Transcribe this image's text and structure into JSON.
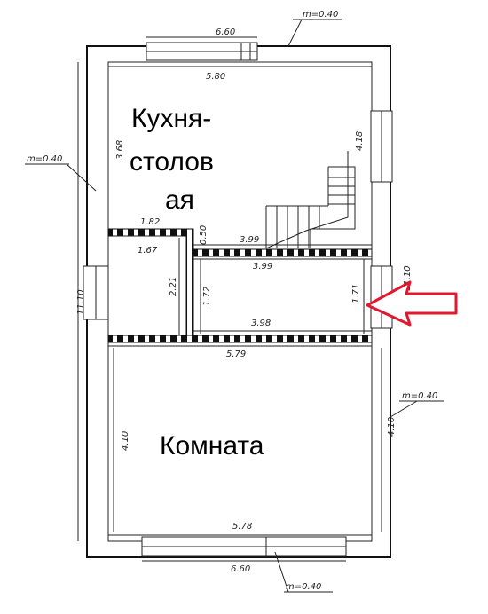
{
  "room_labels": {
    "kitchen": [
      "Кухня-",
      "столов",
      "ая"
    ],
    "room": "Комната"
  },
  "wall_thickness": {
    "top": "m=0.40",
    "left": "m=0.40",
    "right": "m=0.40",
    "bottom": "m=0.40"
  },
  "dimensions": {
    "top_outer": "6.60",
    "top_inner": "5.80",
    "bottom_outer": "6.60",
    "bottom_inner": "5.78",
    "left_overall": "11.10",
    "right_overall": "11.10",
    "kitchen_height": "3.68",
    "stair_height": "4.18",
    "pantry_top": "1.82",
    "pantry_inner": "1.67",
    "pantry_height": "2.21",
    "hall_height_left": "1.72",
    "hall_height_right": "1.71",
    "stair_width": "3.99",
    "hall_top": "3.99",
    "hall_bottom": "3.98",
    "partition_small": "0.50",
    "room_width": "5.79",
    "room_height_left": "4.10",
    "room_height_right": "4.10"
  },
  "colors": {
    "arrow": "#e0192e",
    "wall": "#111111"
  }
}
